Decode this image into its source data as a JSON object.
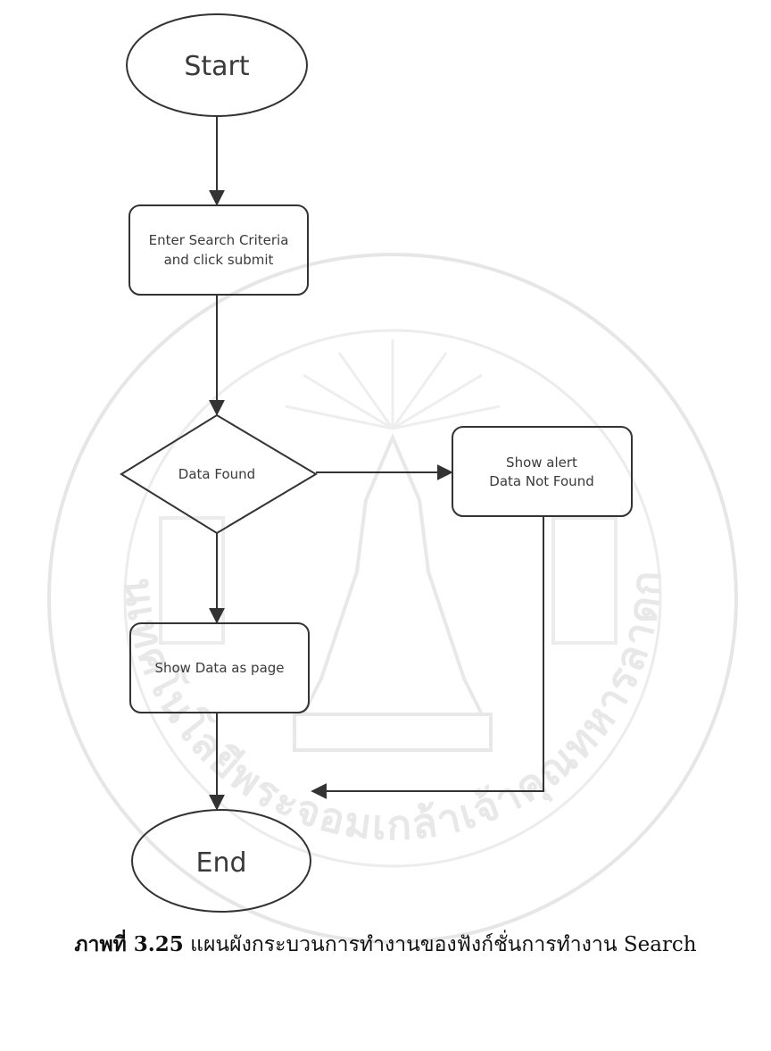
{
  "diagram": {
    "type": "flowchart",
    "nodes": {
      "start": {
        "shape": "ellipse",
        "text": "Start"
      },
      "enter_criteria": {
        "shape": "rounded-rect",
        "lines": [
          "Enter Search Criteria",
          "and click submit"
        ]
      },
      "data_found": {
        "shape": "diamond",
        "text": "Data Found"
      },
      "show_alert": {
        "shape": "rounded-rect",
        "lines": [
          "Show alert",
          "Data Not Found"
        ]
      },
      "show_data": {
        "shape": "rounded-rect",
        "text": "Show Data as page"
      },
      "end": {
        "shape": "ellipse",
        "text": "End"
      }
    },
    "edges": [
      {
        "from": "start",
        "to": "enter_criteria"
      },
      {
        "from": "enter_criteria",
        "to": "data_found"
      },
      {
        "from": "data_found",
        "to": "show_alert"
      },
      {
        "from": "data_found",
        "to": "show_data"
      },
      {
        "from": "show_data",
        "to": "end"
      },
      {
        "from": "show_alert",
        "to": "end"
      }
    ],
    "stroke_color": "#333333",
    "watermark_color": "#e6e6e6"
  },
  "caption": {
    "label": "ภาพที่ 3.25",
    "text": " แผนผังกระบวนการทำงานของฟังก์ชั่นการทำงาน Search"
  },
  "watermark": {
    "text": "สถาบันเทคโนโลยีพระจอมเกล้าเจ้าคุณทหารลาดกระบัง"
  }
}
